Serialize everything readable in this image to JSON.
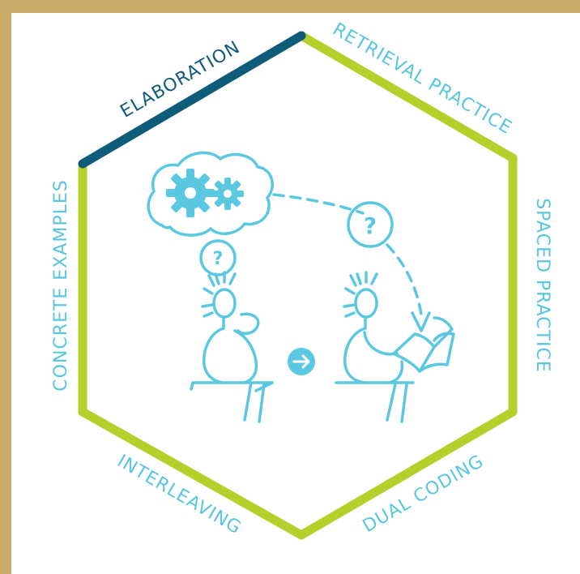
{
  "colors": {
    "frame": "#c9ab6a",
    "hexagon_lime": "#b3d12a",
    "hexagon_active": "#0f5b7a",
    "icon_blue": "#5bc8e1",
    "label_blue": "#58c6df",
    "label_active": "#0f5b7a"
  },
  "strategies": {
    "active": "ELABORATION",
    "elaboration": "ELABORATION",
    "retrieval": "RETRIEVAL PRACTICE",
    "spaced": "SPACED PRACTICE",
    "dual": "DUAL CODING",
    "interleaving": "INTERLEAVING",
    "concrete": "CONCRETE EXAMPLES"
  },
  "illustration": {
    "question_mark": "?",
    "icons": [
      "thought-bubble-icon",
      "gear-icon",
      "question-bubble-icon",
      "thinking-person-icon",
      "arrow-right-icon",
      "reading-person-icon",
      "open-book-icon"
    ]
  }
}
